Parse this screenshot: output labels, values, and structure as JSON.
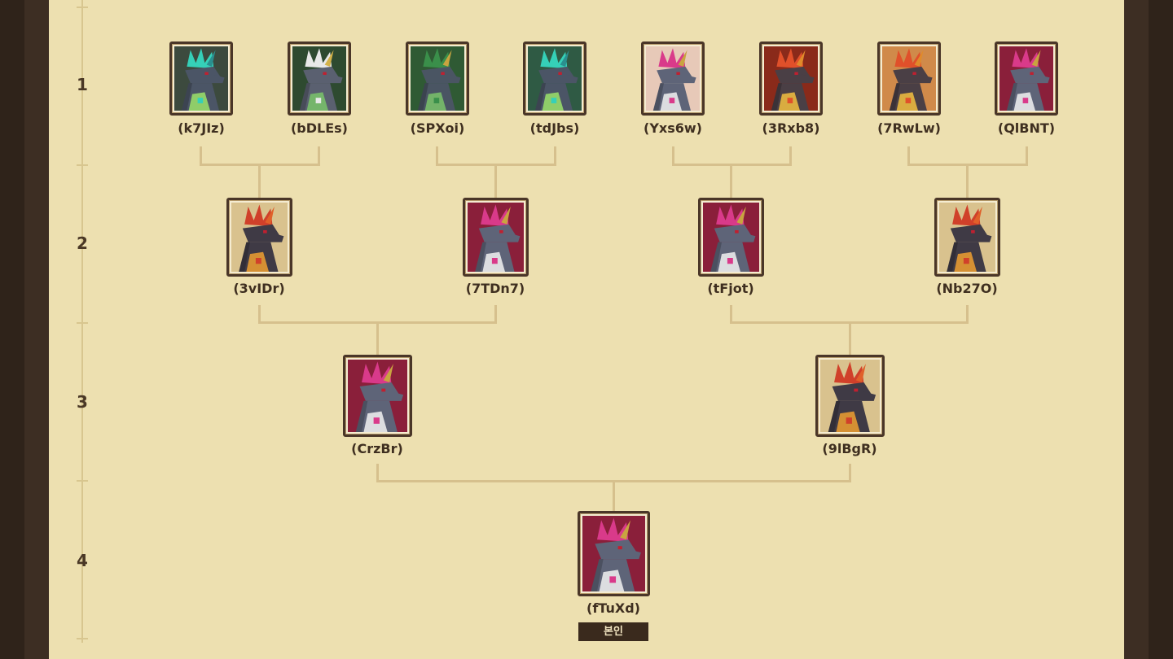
{
  "generations": [
    "1",
    "2",
    "3",
    "4"
  ],
  "tree": {
    "gen1": [
      {
        "name": "(k7JIz)",
        "theme": "teal",
        "bg": "#3c4a3e"
      },
      {
        "name": "(bDLEs)",
        "theme": "white",
        "bg": "#2e4a30"
      },
      {
        "name": "(SPXoi)",
        "theme": "green",
        "bg": "#2f5a34"
      },
      {
        "name": "(tdJbs)",
        "theme": "teal",
        "bg": "#2f5a44"
      },
      {
        "name": "(Yxs6w)",
        "theme": "pink",
        "bg": "#e7c9b8"
      },
      {
        "name": "(3Rxb8)",
        "theme": "fire",
        "bg": "#8a2a1a"
      },
      {
        "name": "(7RwLw)",
        "theme": "fire",
        "bg": "#d08a4a"
      },
      {
        "name": "(QlBNT)",
        "theme": "pink",
        "bg": "#8a1f3a"
      }
    ],
    "gen2": [
      {
        "name": "(3vIDr)",
        "theme": "dark",
        "bg": "#d9c28e"
      },
      {
        "name": "(7TDn7)",
        "theme": "pink",
        "bg": "#8a1f3a"
      },
      {
        "name": "(tFjot)",
        "theme": "pink",
        "bg": "#8a1f3a"
      },
      {
        "name": "(Nb27O)",
        "theme": "dark",
        "bg": "#d9c28e"
      }
    ],
    "gen3": [
      {
        "name": "(CrzBr)",
        "theme": "pink",
        "bg": "#8a1f3a"
      },
      {
        "name": "(9lBgR)",
        "theme": "dark",
        "bg": "#d9c28e"
      }
    ],
    "gen4": [
      {
        "name": "(fTuXd)",
        "theme": "pink",
        "bg": "#8a1f3a"
      }
    ]
  },
  "self_badge": "본인",
  "colors": {
    "panel": "#ede0b0",
    "connector": "#d6c08d",
    "card_border": "#4a3628",
    "text": "#3f2f20"
  },
  "icon": "dragon-portrait-icon"
}
